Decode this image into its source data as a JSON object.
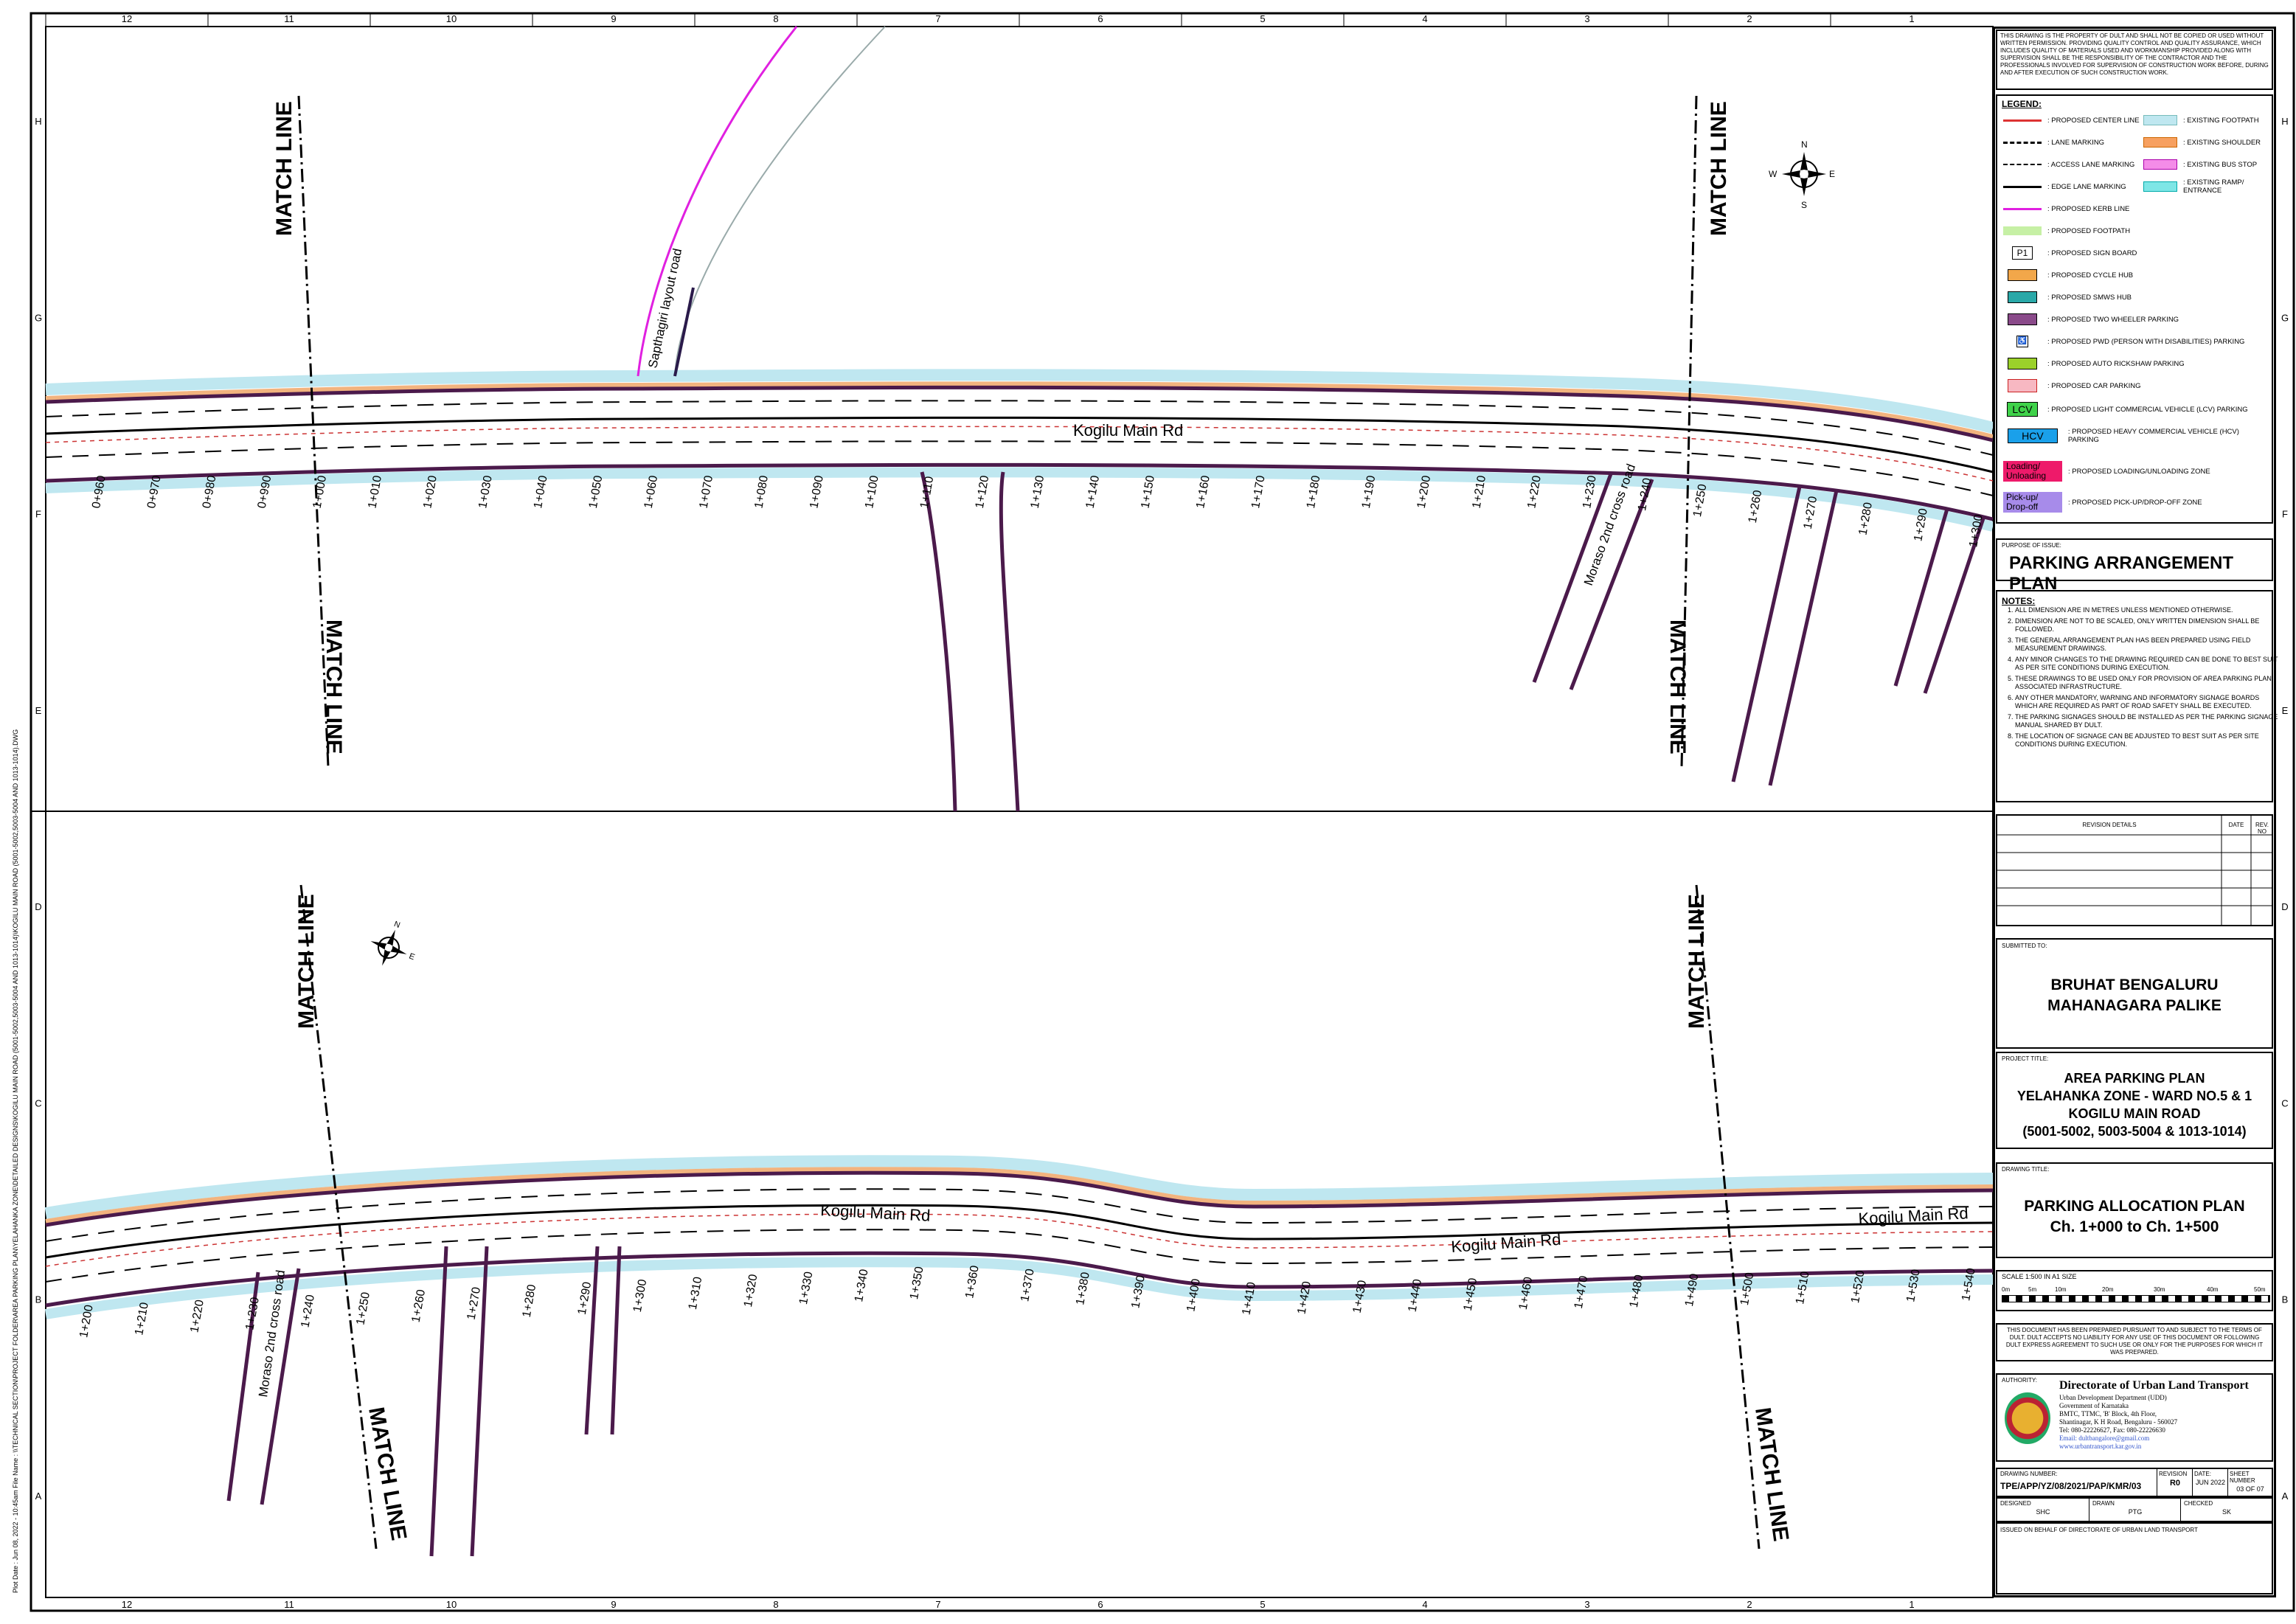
{
  "grid": {
    "columns": [
      "12",
      "11",
      "10",
      "9",
      "8",
      "7",
      "6",
      "5",
      "4",
      "3",
      "2",
      "1"
    ],
    "rows": [
      "H",
      "G",
      "F",
      "E",
      "D",
      "C",
      "B",
      "A"
    ]
  },
  "drawing": {
    "match_line": "MATCH LINE",
    "road_name": "Kogilu Main Rd",
    "side_road_1": "Sapthagiri layout road",
    "side_road_2": "Moraso 2nd cross road",
    "chainage_top": [
      "0+960",
      "0+970",
      "0+980",
      "0+990",
      "1+000",
      "1+010",
      "1+020",
      "1+030",
      "1+040",
      "1+050",
      "1+060",
      "1+070",
      "1+080",
      "1+090",
      "1+100",
      "1+110",
      "1+120",
      "1+130",
      "1+140",
      "1+150",
      "1+160",
      "1+170",
      "1+180",
      "1+190",
      "1+200",
      "1+210",
      "1+220",
      "1+230",
      "1+240",
      "1+250",
      "1+260",
      "1+270",
      "1+280",
      "1+290",
      "1+300"
    ],
    "chainage_bottom": [
      "1+200",
      "1+210",
      "1+220",
      "1+230",
      "1+240",
      "1+250",
      "1+260",
      "1+270",
      "1+280",
      "1+290",
      "1+300",
      "1+310",
      "1+320",
      "1+330",
      "1+340",
      "1+350",
      "1+360",
      "1+370",
      "1+380",
      "1+390",
      "1+400",
      "1+410",
      "1+420",
      "1+430",
      "1+440",
      "1+450",
      "1+460",
      "1+470",
      "1+480",
      "1+490",
      "1+500",
      "1+510",
      "1+520",
      "1+530",
      "1+540"
    ],
    "north": {
      "n": "N",
      "s": "S",
      "e": "E",
      "w": "W"
    },
    "side_note": "Plot Date : Jun 08, 2022 - 10:45am   File Name : \\\\TECHNICAL SECTION\\PROJECT FOLDER\\AREA PARKING PLAN\\YELAHANKA ZONE\\DETAILED DESIGNS\\KOGILU MAIN ROAD (5001-5002,5003-5004 AND 1013-1014)\\KOGILU MAIN ROAD (5001-5002,5003-5004 AND 1013-1014).DWG"
  },
  "title_block": {
    "disclaimer": "THIS DRAWING IS THE PROPERTY OF DULT AND SHALL NOT BE COPIED OR USED WITHOUT WRITTEN PERMISSION. PROVIDING QUALITY CONTROL AND QUALITY ASSURANCE, WHICH INCLUDES QUALITY OF MATERIALS USED AND WORKMANSHIP PROVIDED ALONG WITH SUPERVISION SHALL BE THE RESPONSIBILITY OF THE CONTRACTOR AND THE PROFESSIONALS INVOLVED FOR SUPERVISION OF CONSTRUCTION WORK BEFORE, DURING AND AFTER EXECUTION OF SUCH CONSTRUCTION WORK.",
    "legend_title": "LEGEND:",
    "legend_left": [
      {
        "label": ": PROPOSED CENTER LINE"
      },
      {
        "label": ": LANE MARKING"
      },
      {
        "label": ": ACCESS LANE MARKING"
      },
      {
        "label": ": EDGE LANE MARKING"
      },
      {
        "label": ": PROPOSED KERB LINE"
      },
      {
        "label": ": PROPOSED FOOTPATH"
      },
      {
        "label": ": PROPOSED SIGN BOARD",
        "sym": "P1"
      },
      {
        "label": ": PROPOSED CYCLE HUB"
      },
      {
        "label": ": PROPOSED SMWS HUB"
      },
      {
        "label": ": PROPOSED TWO WHEELER PARKING"
      },
      {
        "label": ": PROPOSED PWD (PERSON WITH DISABILITIES) PARKING"
      },
      {
        "label": ": PROPOSED AUTO RICKSHAW PARKING"
      },
      {
        "label": ": PROPOSED CAR PARKING"
      },
      {
        "label": ": PROPOSED LIGHT COMMERCIAL VEHICLE (LCV) PARKING",
        "sym": "LCV"
      },
      {
        "label": ": PROPOSED HEAVY COMMERCIAL VEHICLE (HCV) PARKING",
        "sym": "HCV"
      },
      {
        "label": ": PROPOSED LOADING/UNLOADING ZONE",
        "sym": "Loading/ Unloading"
      },
      {
        "label": ": PROPOSED PICK-UP/DROP-OFF ZONE",
        "sym": "Pick-up/ Drop-off"
      }
    ],
    "legend_right": [
      {
        "label": ": EXISTING FOOTPATH"
      },
      {
        "label": ": EXISTING SHOULDER"
      },
      {
        "label": ": EXISTING BUS STOP"
      },
      {
        "label": ": EXISTING RAMP/ ENTRANCE"
      }
    ],
    "purpose_label": "PURPOSE OF ISSUE:",
    "purpose": "PARKING ARRANGEMENT PLAN",
    "notes_title": "NOTES:",
    "notes": [
      "ALL DIMENSION ARE IN METRES UNLESS MENTIONED OTHERWISE.",
      "DIMENSION ARE NOT TO BE SCALED, ONLY WRITTEN DIMENSION SHALL BE FOLLOWED.",
      "THE GENERAL ARRANGEMENT PLAN HAS BEEN PREPARED USING FIELD MEASUREMENT DRAWINGS.",
      "ANY MINOR CHANGES TO THE DRAWING REQUIRED CAN BE DONE TO BEST SUIT AS PER SITE CONDITIONS DURING EXECUTION.",
      "THESE DRAWINGS TO BE USED ONLY FOR PROVISION OF AREA PARKING PLAN ASSOCIATED INFRASTRUCTURE.",
      "ANY OTHER MANDATORY, WARNING AND INFORMATORY SIGNAGE BOARDS WHICH ARE REQUIRED AS PART OF ROAD SAFETY SHALL BE EXECUTED.",
      "THE PARKING SIGNAGES SHOULD BE INSTALLED AS PER THE PARKING SIGNAGE MANUAL SHARED BY DULT.",
      "THE LOCATION OF SIGNAGE CAN BE ADJUSTED TO BEST SUIT AS PER SITE CONDITIONS DURING EXECUTION."
    ],
    "revision_headers": {
      "details": "REVISION DETAILS",
      "date": "DATE",
      "rev": "REV. NO"
    },
    "submitted_label": "SUBMITTED TO:",
    "submitted_to": [
      "BRUHAT BENGALURU",
      "MAHANAGARA PALIKE"
    ],
    "project_label": "PROJECT TITLE:",
    "project_title": [
      "AREA PARKING PLAN",
      "YELAHANKA ZONE - WARD NO.5 & 1",
      "KOGILU MAIN ROAD",
      "(5001-5002, 5003-5004 & 1013-1014)"
    ],
    "drawing_label": "DRAWING TITLE:",
    "drawing_title": [
      "PARKING ALLOCATION PLAN",
      "Ch. 1+000 to Ch. 1+500"
    ],
    "scale_label": "SCALE   1:500  IN  A1  SIZE",
    "scale_ticks": [
      "0m",
      "5m",
      "10m",
      "20m",
      "30m",
      "40m",
      "50m"
    ],
    "liability": "THIS DOCUMENT HAS BEEN PREPARED PURSUANT TO AND SUBJECT TO THE TERMS OF DULT. DULT ACCEPTS NO LIABILITY FOR ANY USE OF THIS DOCUMENT OR FOLLOWING DULT EXPRESS AGREEMENT TO SUCH USE OR ONLY FOR THE PURPOSES FOR WHICH IT WAS PREPARED.",
    "authority_label": "AUTHORITY:",
    "authority_name": "Directorate of Urban Land Transport",
    "authority_lines": [
      "Urban Development Department (UDD)",
      "Government of Karnataka",
      "BMTC, TTMC, 'B' Block, 4th Floor,",
      "Shantinagar, K H Road, Bengaluru - 560027",
      "Tel: 080-22226627, Fax: 080-22226630",
      "Email: dultbangalore@gmail.com",
      "www.urbantransport.kar.gov.in"
    ],
    "drawing_number_label": "DRAWING NUMBER:",
    "drawing_number": "TPE/APP/YZ/08/2021/PAP/KMR/03",
    "revision_label": "REVISION",
    "revision": "R0",
    "date_label": "DATE:",
    "date": "JUN 2022",
    "sheet_label": "SHEET NUMBER",
    "sheet": "03 OF 07",
    "designed_label": "DESIGNED",
    "designed": "SHC",
    "drawn_label": "DRAWN",
    "drawn": "PTG",
    "checked_label": "CHECKED",
    "checked": "SK",
    "issued": "ISSUED ON BEHALF OF DIRECTORATE OF URBAN LAND TRANSPORT"
  }
}
